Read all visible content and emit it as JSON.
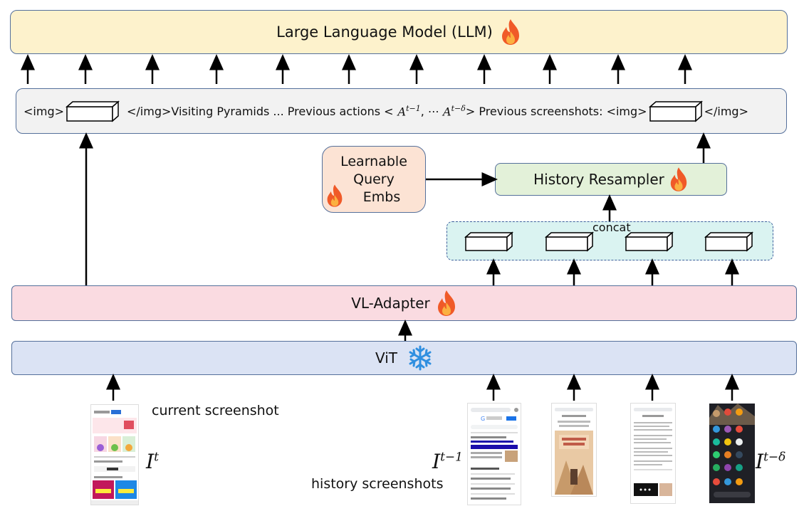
{
  "llm": {
    "label": "Large Language Model (LLM)"
  },
  "tokens": {
    "img_open_1": "<img>",
    "img_close_1": "</img>Visiting Pyramids ... Previous actions <",
    "a1": "A",
    "a1_sup": "t−1",
    "sep": ", ⋯ ",
    "a2": "A",
    "a2_sup": "t−δ",
    "rest": "> Previous screenshots: <img>",
    "img_close_2": "</img>"
  },
  "lqe": {
    "line1": "Learnable",
    "line2": "Query",
    "line3": "Embs"
  },
  "history_resampler": {
    "label": "History Resampler"
  },
  "concat": {
    "label": "concat"
  },
  "vl_adapter": {
    "label": "VL-Adapter"
  },
  "vit": {
    "label": "ViT"
  },
  "captions": {
    "current": "current screenshot",
    "history": "history screenshots",
    "it": "I",
    "it_sup": "t",
    "it1": "I",
    "it1_sup": "t−1",
    "itd": "I",
    "itd_sup": "t−δ"
  },
  "icons": {
    "flame": "flame-icon",
    "snowflake": "snowflake-icon"
  },
  "colors": {
    "llm_fill": "#fdf2cc",
    "tokens_fill": "#f2f2f2",
    "lqe_fill": "#fce3d4",
    "resampler_fill": "#e3f1d9",
    "concat_fill": "#daf3f1",
    "adapter_fill": "#fadbe1",
    "vit_fill": "#dbe3f4",
    "border": "#55709b",
    "flame": "#f05a28",
    "snow": "#2f8fe0"
  }
}
